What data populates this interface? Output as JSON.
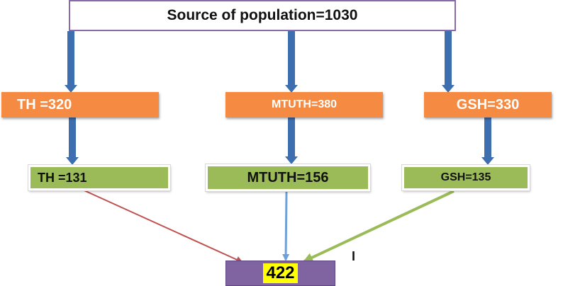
{
  "source": {
    "label": "Source of population=1030"
  },
  "level1": [
    {
      "label": "TH =320"
    },
    {
      "label": "MTUTH=380"
    },
    {
      "label": "GSH=330"
    }
  ],
  "level2": [
    {
      "label": "TH =131"
    },
    {
      "label": "MTUTH=156"
    },
    {
      "label": "GSH=135"
    }
  ],
  "result": {
    "value": "422"
  },
  "stray_mark": "I",
  "colors": {
    "level1_fill": "#f58a42",
    "level2_fill": "#9bbb59",
    "result_fill": "#8064a2",
    "result_highlight": "#ffff00",
    "arrow_blue": "#3d6fb0",
    "arrow_red": "#c0504d",
    "arrow_lightblue": "#6fa0d8",
    "arrow_green": "#9bbb59"
  }
}
